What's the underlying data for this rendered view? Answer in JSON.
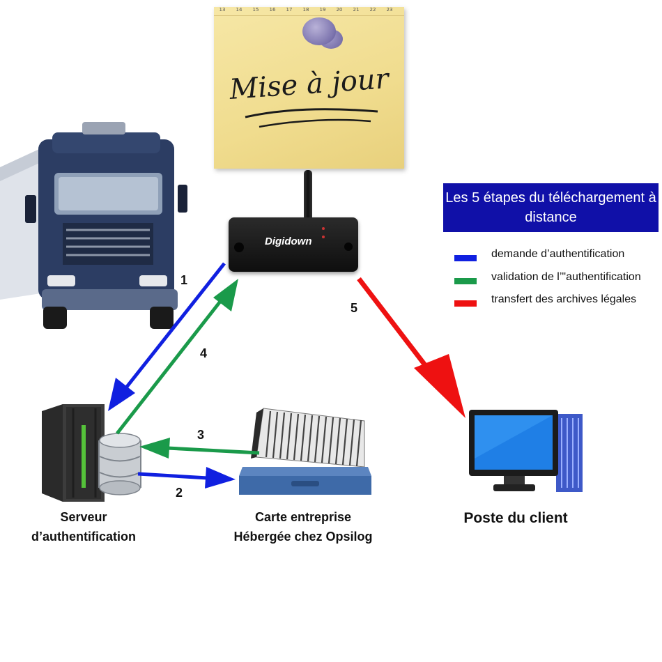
{
  "note": {
    "ruler_numbers": [
      "13",
      "14",
      "15",
      "16",
      "17",
      "18",
      "19",
      "20",
      "21",
      "22",
      "23"
    ],
    "title": "Mise à jour"
  },
  "device": {
    "brand": "Digidown"
  },
  "legend": {
    "title": "Les 5 étapes du téléchargement à distance",
    "items": [
      {
        "label": "demande d’authentification",
        "color": "#1020e0"
      },
      {
        "label": "validation de l’\"authentification",
        "color": "#1a9a4a"
      },
      {
        "label": "transfert des archives légales",
        "color": "#ee1111"
      }
    ]
  },
  "steps": {
    "s1": "1",
    "s2": "2",
    "s3": "3",
    "s4": "4",
    "s5": "5"
  },
  "nodes": {
    "server_line1": "Serveur",
    "server_line2": "d’authentification",
    "card_line1": "Carte entreprise",
    "card_line2": "Hébergée chez Opsilog",
    "client": "Poste du client"
  },
  "colors": {
    "blue": "#1020e0",
    "green": "#1a9a4a",
    "red": "#ee1111",
    "legend_bg": "#1010a8"
  }
}
